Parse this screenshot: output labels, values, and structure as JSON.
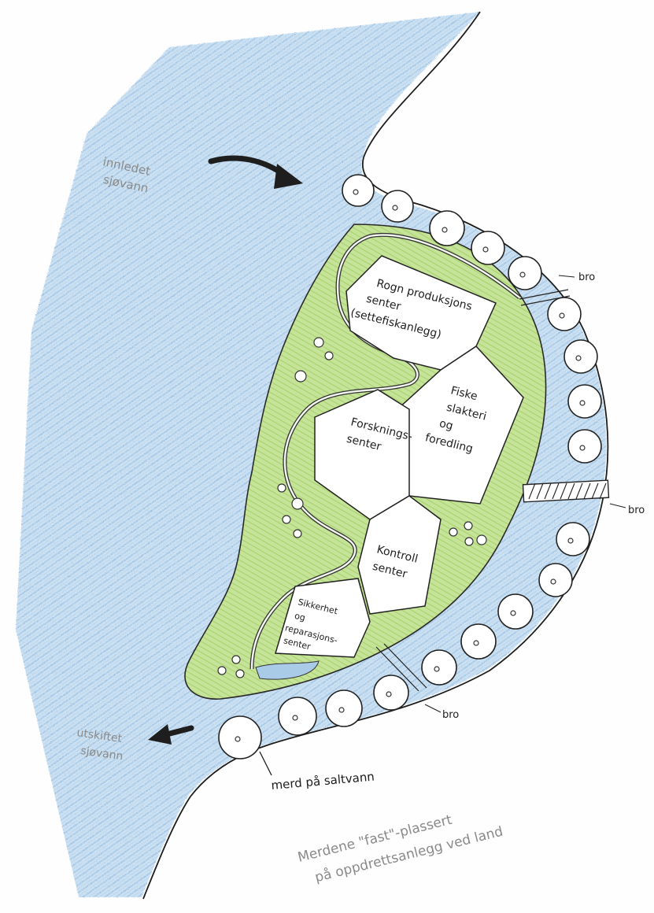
{
  "labels": {
    "inlet": [
      "innledet",
      "sjøvann"
    ],
    "outlet": [
      "utskiftet",
      "sjøvann"
    ],
    "roe_center": [
      "Rogn produksjons",
      "senter",
      "(settefiskanlegg)"
    ],
    "slaughter": [
      "Fiske",
      "slakteri",
      "og",
      "foredling"
    ],
    "research": [
      "Forsknings-",
      "senter"
    ],
    "control": [
      "Kontroll",
      "senter"
    ],
    "security": [
      "Sikkerhet",
      "og",
      "reparasjons-",
      "senter"
    ],
    "bridge_1": "bro",
    "bridge_2": "bro",
    "bridge_3": "bro",
    "pen_label": "merd på saltvann",
    "note": [
      "Merdene \"fast\"-plassert",
      "på oppdrettsanlegg ved land"
    ]
  },
  "colors": {
    "water": "#a9cbe8",
    "land": "#bfe08a",
    "ink": "#1e1e1e",
    "note_ink": "#8a8a8a"
  }
}
